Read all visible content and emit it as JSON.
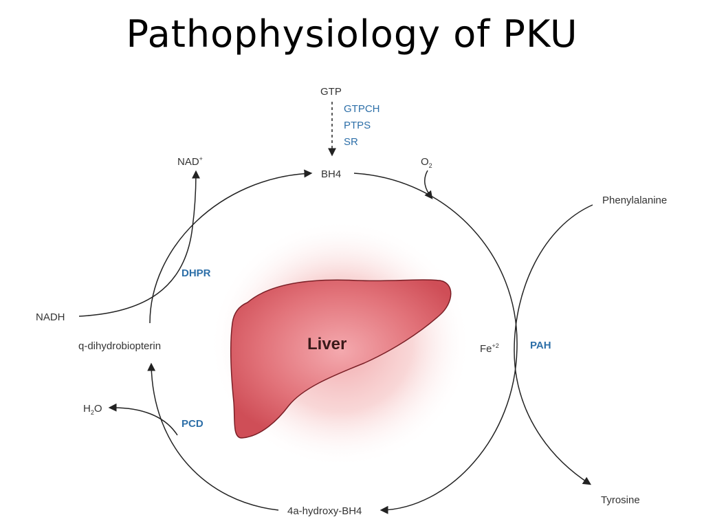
{
  "title": "Pathophysiology of PKU",
  "labels": {
    "gtp": "GTP",
    "bh4": "BH4",
    "o2_main": "O",
    "o2_sub": "2",
    "nad_main": "NAD",
    "nad_sup": "+",
    "nadh": "NADH",
    "q_dihydrobiopterin": "q-dihydrobiopterin",
    "h2o_h": "H",
    "h2o_sub": "2",
    "h2o_o": "O",
    "hydroxy_bh4": "4a-hydroxy-BH4",
    "phenylalanine": "Phenylalanine",
    "tyrosine": "Tyrosine",
    "fe_main": "Fe",
    "fe_sup": "+2",
    "liver": "Liver"
  },
  "enzymes": {
    "gtpch": "GTPCH",
    "ptps": "PTPS",
    "sr": "SR",
    "dhpr": "DHPR",
    "pcd": "PCD",
    "pah": "PAH"
  },
  "colors": {
    "enzyme": "#2d6fa8",
    "liver_fill": "#d9636b",
    "liver_glow": "#f4c4c4",
    "arrow": "#222222"
  }
}
